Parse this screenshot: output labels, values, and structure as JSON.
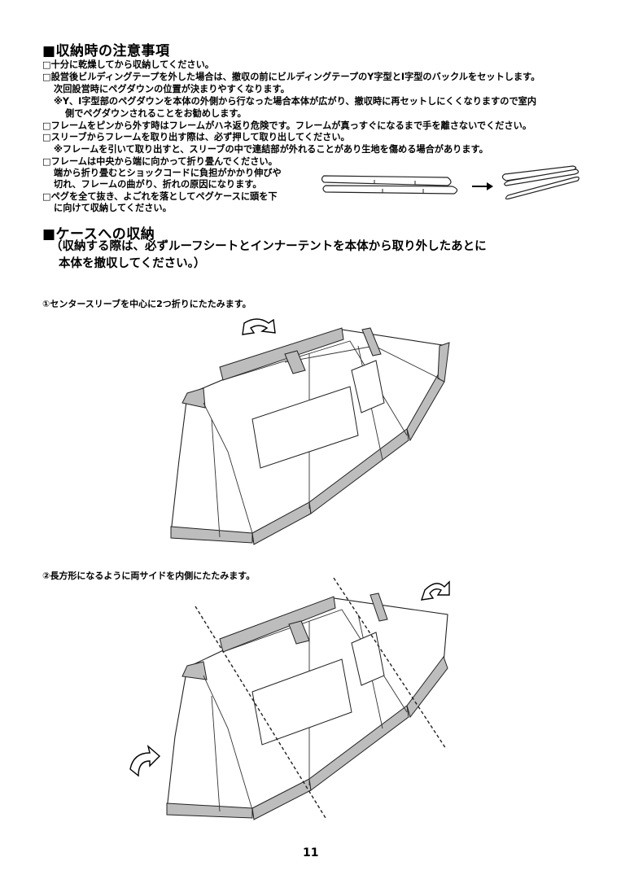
{
  "storage_heading": "■収納時の注意事項",
  "storage_notes": [
    "□十分に乾燥してから収納してください。",
    "□設営後ビルディングテープを外した場合は、撤収の前にビルディングテープのY字型とI字型のバックルをセットします。",
    "次回設営時にペグダウンの位置が決まりやすくなります。",
    "※Y、I字型部のペグダウンを本体の外側から行なった場合本体が広がり、撤収時に再セットしにくくなりますので室内",
    "側でペグダウンされることをお勧めします。",
    "□フレームをピンから外す時はフレームがハネ返り危険です。フレームが真っすぐになるまで手を離さないでください。",
    "□スリーブからフレームを取り出す際は、必ず押して取り出してください。",
    "※フレームを引いて取り出すと、スリーブの中で連結部が外れることがあり生地を傷める場合があります。",
    "□フレームは中央から端に向かって折り畳んでください。",
    "端から折り畳むとショックコードに負担がかかり伸びや",
    "切れ、フレームの曲がり、折れの原因になります。",
    "□ペグを全て抜き、よごれを落としてペグケースに頭を下",
    "に向けて収納してください。"
  ],
  "case_heading": "■ケースへの収納",
  "case_subtext": [
    "（収納する際は、必ずルーフシートとインナーテントを本体から取り外したあとに",
    "本体を撤収してください。）"
  ],
  "step1": "①センタースリーブを中心に2つ折りにたたみます。",
  "step2": "②長方形になるように両サイドを内側にたたみます。",
  "page_number": "11"
}
